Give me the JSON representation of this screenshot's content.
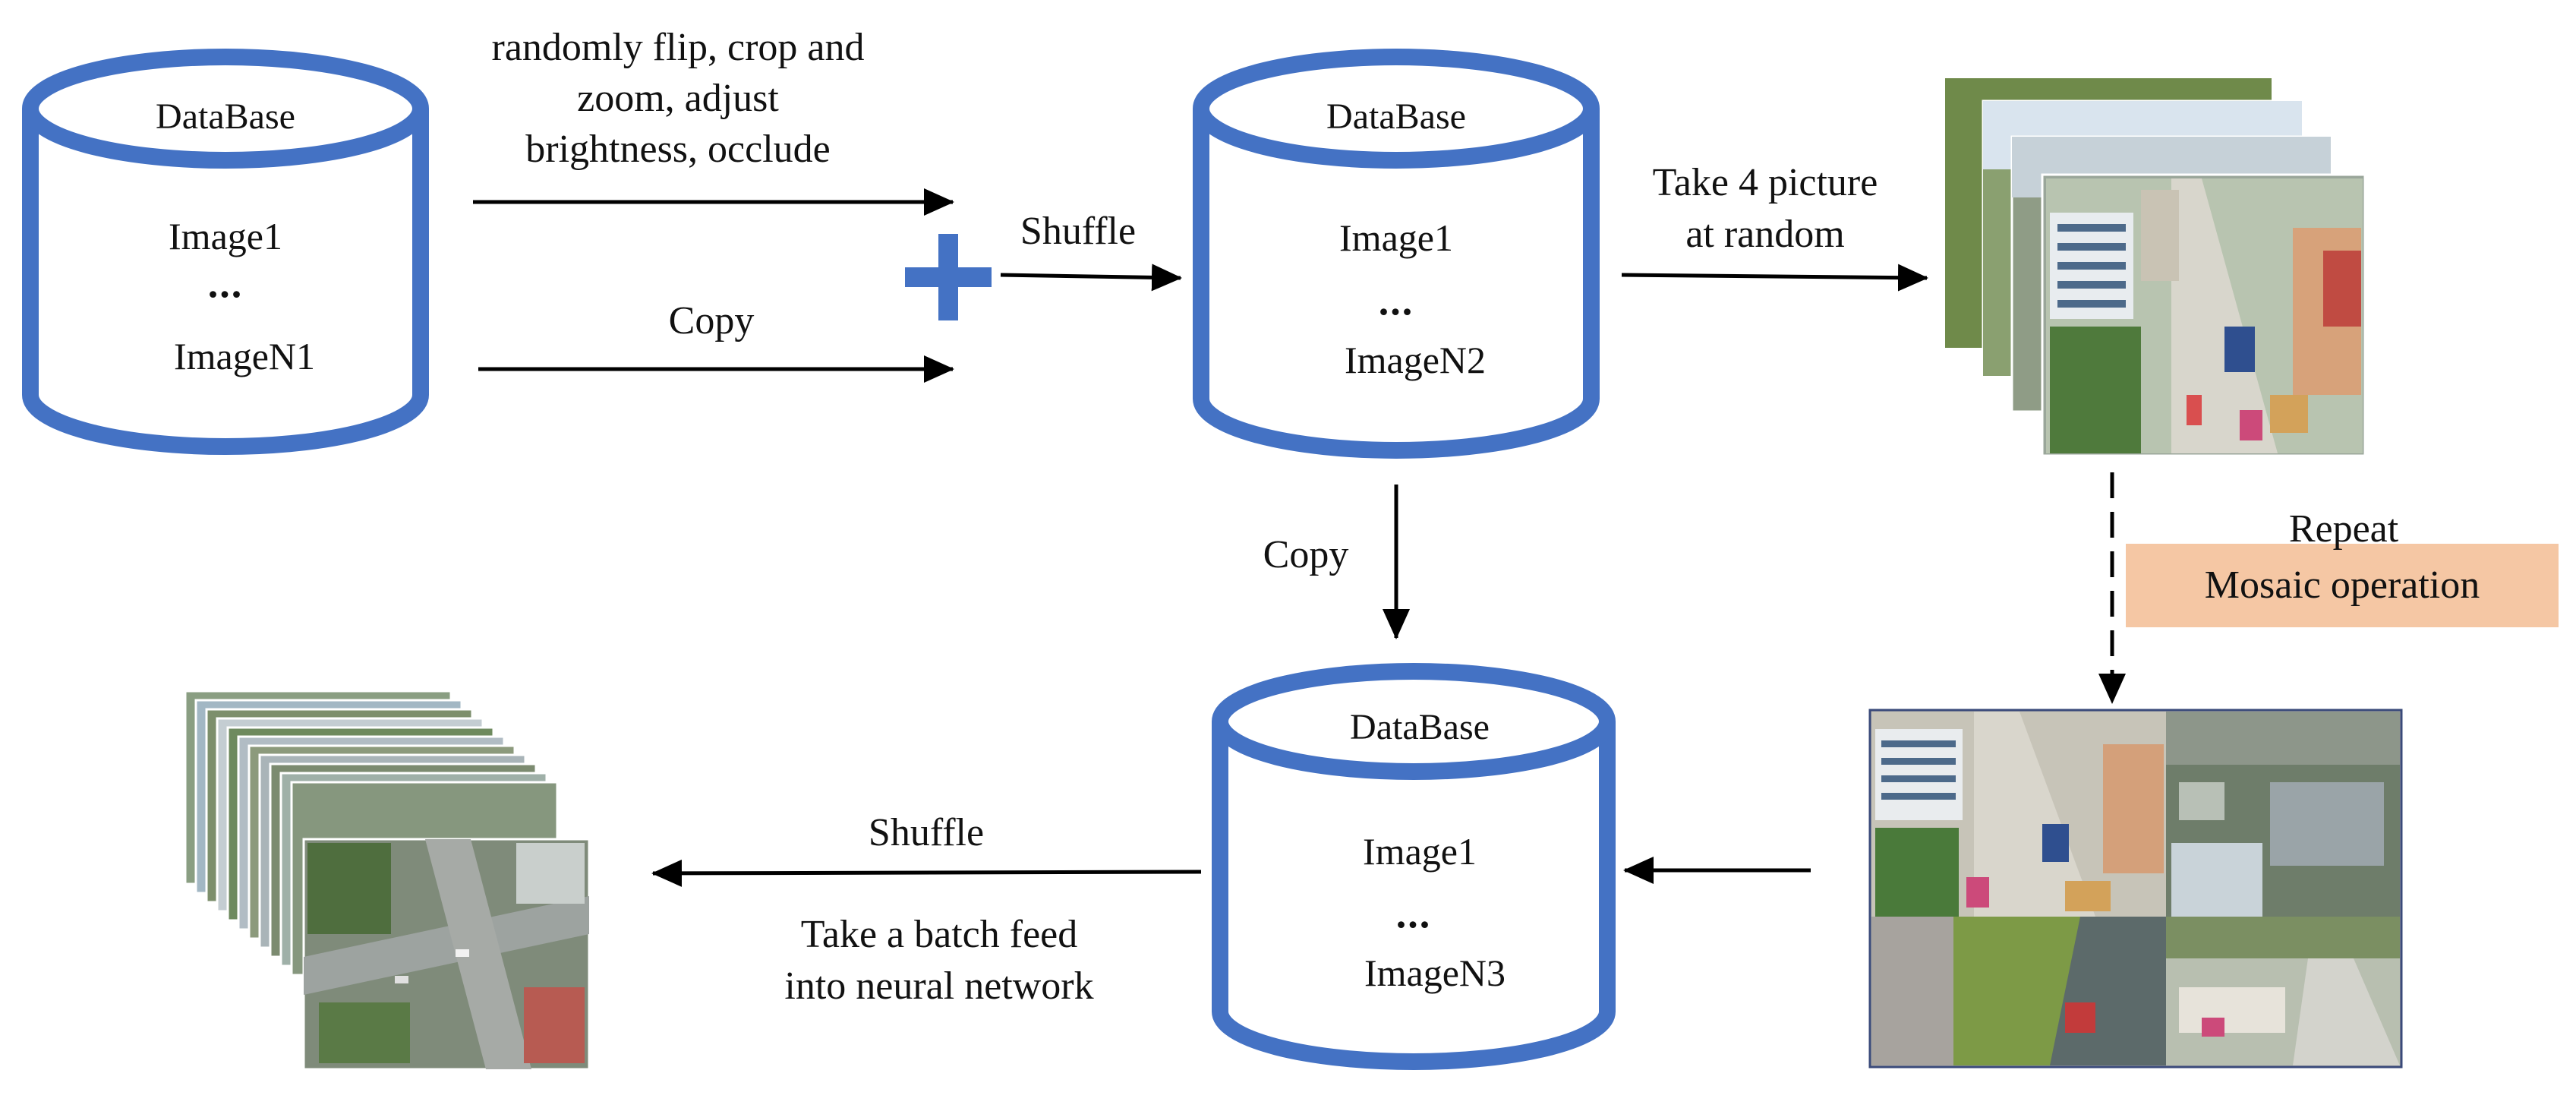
{
  "databases": [
    {
      "title": "DataBase",
      "first": "Image1",
      "ellipsis": "...",
      "last": "ImageN1"
    },
    {
      "title": "DataBase",
      "first": "Image1",
      "ellipsis": "...",
      "last": "ImageN2"
    },
    {
      "title": "DataBase",
      "first": "Image1",
      "ellipsis": "...",
      "last": "ImageN3"
    }
  ],
  "edges": {
    "augment": [
      "randomly flip, crop and",
      "zoom, adjust",
      "brightness, occlude"
    ],
    "copy_top": "Copy",
    "shuffle_top": "Shuffle",
    "take_random": [
      "Take 4 picture",
      "at random"
    ],
    "copy_down": "Copy",
    "repeat": "Repeat",
    "mosaic": "Mosaic operation",
    "shuffle_bottom": "Shuffle",
    "batch_feed": [
      "Take a batch feed",
      "into neural network"
    ]
  },
  "colors": {
    "database_stroke": "#4472c4",
    "plus_sign": "#4472c4",
    "mosaic_box": "#f5c7a4",
    "arrows": "#000000"
  },
  "icons": {
    "combine": "plus-icon",
    "photo_stack": "aerial-photo-stack-icon",
    "mosaic_image": "mosaic-image-icon",
    "batch_stack": "batch-photo-stack-icon"
  }
}
